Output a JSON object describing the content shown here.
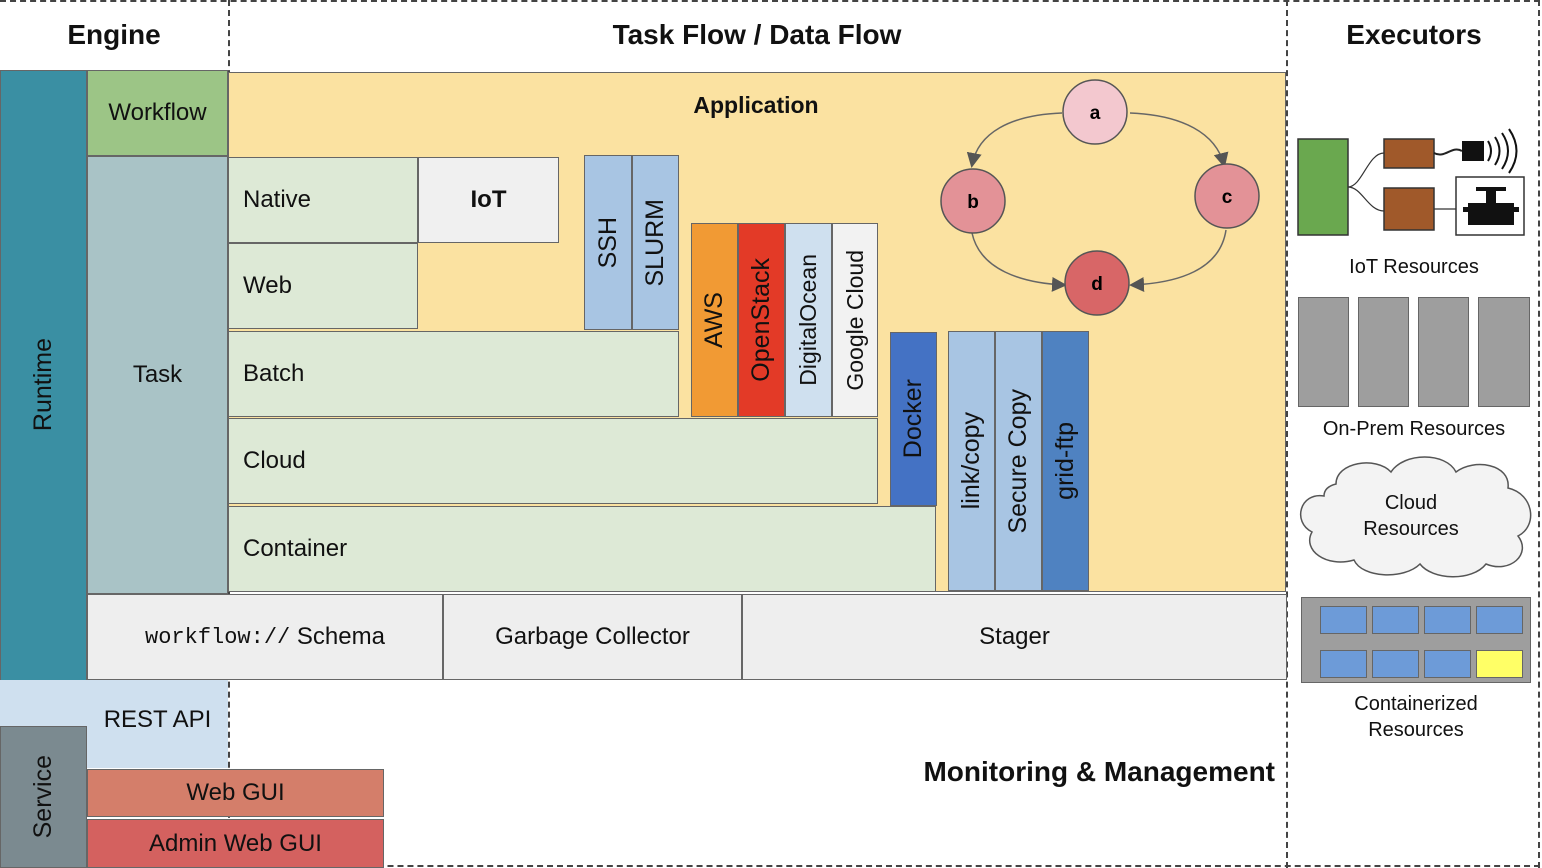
{
  "headers": {
    "engine": "Engine",
    "flow": "Task Flow / Data Flow",
    "executors": "Executors"
  },
  "engine": {
    "runtime": "Runtime",
    "workflow": "Workflow",
    "task": "Task",
    "service": "Service",
    "rest_api": "REST API",
    "web_gui": "Web GUI",
    "admin_web_gui": "Admin Web GUI"
  },
  "application": {
    "title": "Application",
    "tasks": {
      "native": "Native",
      "iot": "IoT",
      "web": "Web",
      "batch": "Batch",
      "cloud": "Cloud",
      "container": "Container"
    },
    "batch_systems": [
      "SSH",
      "SLURM"
    ],
    "cloud_providers": [
      "AWS",
      "OpenStack",
      "DigitalOcean",
      "Google Cloud"
    ],
    "container_runtime": "Docker",
    "data_movers": [
      "link/copy",
      "Secure Copy",
      "grid-ftp"
    ],
    "dag_nodes": [
      "a",
      "b",
      "c",
      "d"
    ]
  },
  "bottom_row": {
    "schema_prefix": "workflow://",
    "schema_suffix": " Schema",
    "garbage_collector": "Garbage Collector",
    "stager": "Stager"
  },
  "monitoring": "Monitoring & Management",
  "executors": {
    "iot": "IoT Resources",
    "onprem": "On-Prem Resources",
    "cloud": "Cloud Resources",
    "containerized": "Containerized Resources"
  },
  "colors": {
    "runtime": "#3a8fa3",
    "workflow": "#9cc586",
    "task": "#a9c3c6",
    "service": "#7b8a90",
    "rest_api": "#cfe0ef",
    "web_gui": "#d47e6a",
    "admin_web_gui": "#d4615f",
    "application": "#fbe2a1",
    "task_box": "#dde9d6",
    "iot_box": "#f0f0f0",
    "blue_light": "#a8c5e3",
    "aws": "#f19a34",
    "openstack": "#e33a27",
    "digitalocean": "#cfe0ef",
    "googlecloud": "#f2f2f2",
    "docker": "#4472c4",
    "gridftp": "#4f82c1",
    "bottom": "#eeeeee",
    "node_light": "#f3c8cf",
    "node_mid": "#e39297",
    "node_dark": "#d86667",
    "green_res": "#6aa84f",
    "brown": "#a0592a",
    "gray_res": "#9e9e9e",
    "container_blue": "#6d9bd8",
    "container_yellow": "#ffff66"
  }
}
